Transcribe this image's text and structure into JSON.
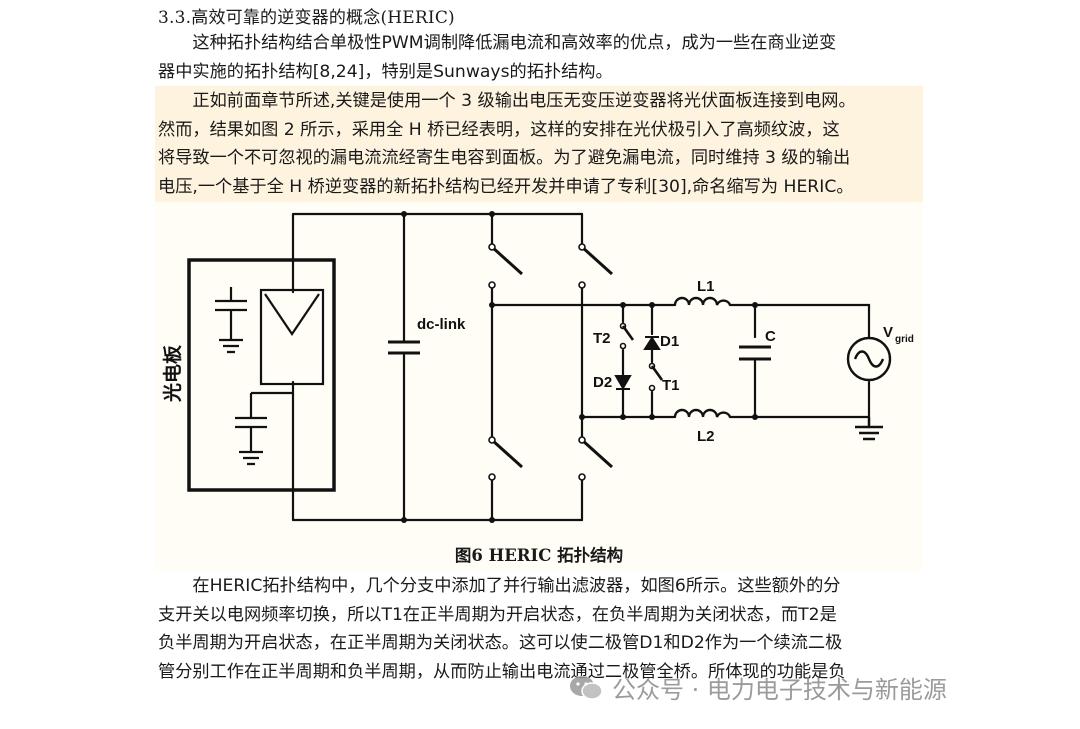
{
  "heading": "3.3.高效可靠的逆变器的概念(HERIC)",
  "paragraph1": [
    "　　这种拓扑结构结合单极性PWM调制降低漏电流和高效率的优点，成为一些在商业逆变",
    "器中实施的拓扑结构[8,24]，特别是Sunways的拓扑结构。"
  ],
  "paragraph2": [
    "　　正如前面章节所述,关键是使用一个 3 级输出电压无变压逆变器将光伏面板连接到电网。",
    "然而，结果如图 2 所示，采用全 H 桥已经表明，这样的安排在光伏极引入了高频纹波，这",
    "将导致一个不可忽视的漏电流流经寄生电容到面板。为了避免漏电流，同时维持 3 级的输出",
    "电压,一个基于全 H 桥逆变器的新拓扑结构已经开发并申请了专利[30],命名缩写为 HERIC。"
  ],
  "figure": {
    "caption": "图6 HERIC 拓扑结构",
    "labels": {
      "panel": "光电板",
      "dc_link": "dc-link",
      "t2": "T2",
      "d1": "D1",
      "d2": "D2",
      "t1": "T1",
      "l1": "L1",
      "l2": "L2",
      "c": "C",
      "v": "V",
      "v_sub": "grid"
    }
  },
  "paragraph3": [
    "　　在HERIC拓扑结构中，几个分支中添加了并行输出滤波器，如图6所示。这些额外的分",
    "支开关以电网频率切换，所以T1在正半周期为开启状态，在负半周期为关闭状态，而T2是",
    "负半周期为开启状态，在正半周期为关闭状态。这可以使二极管D1和D2作为一个续流二极",
    "管分别工作在正半周期和负半周期，从而防止输出电流通过二极管全桥。所体现的功能是负"
  ],
  "watermark": "公众号 · 电力电子技术与新能源"
}
